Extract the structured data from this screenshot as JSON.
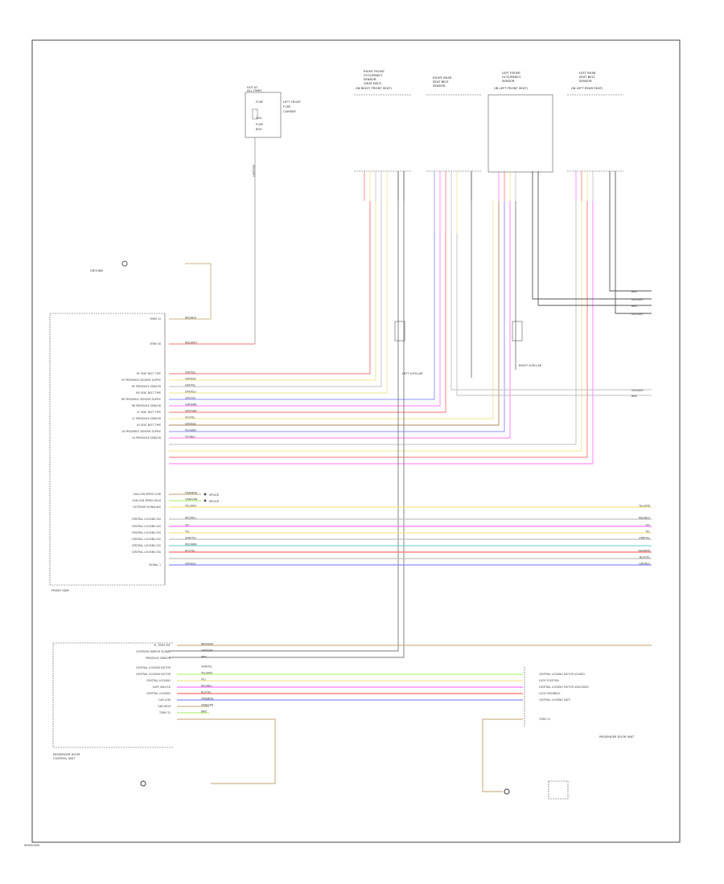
{
  "diagram": {
    "footer_code": "W0000000",
    "modules": [
      {
        "id": "right-front-sensor",
        "lines": [
          "RIGHT FRONT",
          "OCCUPANCY",
          "SENSOR",
          "(SEAT BELT)",
          "(IN RIGHT FRONT SEAT)"
        ]
      },
      {
        "id": "right-rear-sensor",
        "lines": [
          "RIGHT REAR",
          "SEAT BELT",
          "SENSOR"
        ]
      },
      {
        "id": "left-front-sensor",
        "lines": [
          "LEFT FRONT",
          "OCCUPANCY",
          "SENSOR",
          "(IN LEFT FRONT SEAT)"
        ]
      },
      {
        "id": "left-rear-sensor",
        "lines": [
          "LEFT REAR",
          "SEAT BELT",
          "SENSOR",
          "(IN LEFT REAR SEAT)"
        ]
      }
    ],
    "top_left_box": {
      "lines": [
        "HOT AT",
        "ALL TIMES",
        "FUSE",
        "10A",
        "FUSE",
        "BOX"
      ],
      "side": [
        "LEFT FRONT",
        "FUSE",
        "CARRIER"
      ]
    },
    "front_module_label": "FRONT SDM",
    "front_module_pins": [
      "TERM 15",
      "TERM 30",
      "RF SEAT BELT TYPE",
      "RF PRESENCE SENSOR SUPPLY",
      "RF PRESENCE SENSOR",
      "RR SEAT BELT TYPE",
      "RR PRESENCE SENSOR SUPPLY",
      "RR PRESENCE SENSOR",
      "LF SEAT BELT TYPE",
      "LF PRESENCE SENSOR",
      "LR SEAT BELT TYPE",
      "LR PRESENCE SENSOR SUPPLY",
      "LR PRESENCE SENSOR",
      "CAN LOW SPEED LOW",
      "CAN LOW SPEED HIGH",
      "EXTERIOR SIGNALING",
      "CENTRAL LOCKING SIG",
      "CENTRAL LOCKING SIG",
      "CENTRAL LOCKING SIG",
      "CENTRAL LOCKING SIG",
      "CENTRAL LOCKING SIG",
      "CENTRAL LOCKING SIG",
      "SIGNAL 1"
    ],
    "front_module_wire_labels": [
      "RED/BLK",
      "RED/WHT",
      "GRY/YEL",
      "GRY/BLK",
      "GRY/YEL",
      "GRY/BLU",
      "GRY/VIO",
      "GRY/BRN",
      "GRY/GRN",
      "VIO/YEL",
      "GRY/BLK",
      "VIO/GRN",
      "VIO/BLU",
      "ORN/BRN",
      "ORN/GRN",
      "YEL/GRN",
      "RED/BLU",
      "VIO",
      "YEL",
      "GRN/YEL",
      "RED/BRN",
      "BLU/YEL",
      "GRY/BLU"
    ],
    "right_end_labels": [
      "YEL/GRN",
      "RED/BLU",
      "VIO",
      "YEL",
      "GRN/YEL",
      "RED/BRN",
      "BLU/YEL",
      "GRY/BLU"
    ],
    "top_right_end_labels": [
      "BRN",
      "GRY/WHT",
      "BRN",
      "GRY/WHT"
    ],
    "mid_right_end_labels": [
      "GRY/WHT",
      "BRN"
    ],
    "ground_labels": [
      "GROUND",
      "LEFT A-PILLAR",
      "RIGHT A-PILLAR"
    ],
    "connector_labels": [
      "SPLICE",
      "SPLICE"
    ],
    "lower_module_label": [
      "PASSENGER DOOR",
      "CONTROL UNIT"
    ],
    "lower_module_pins": [
      "EL TERM 30F",
      "EXTERIOR MIRROR SIGNAL",
      "PRESENCE SENSOR",
      "CENTRAL LOCKING MOTOR",
      "CENTRAL LOCKING MOTOR",
      "CENTRAL LOCKING",
      "SAFE UNLOCK",
      "CENTRAL LOCKING",
      "CAN LOW",
      "CAN HIGH",
      "TERM 31"
    ],
    "lower_wire_labels": [
      "BRN/GRN",
      "GRY/WHT",
      "BRN",
      "GRN/YEL",
      "YEL/GRN",
      "VIO",
      "RED/BLU",
      "BLU/YEL",
      "ORN/BRN",
      "ORN/GRN",
      "BRN"
    ],
    "right_door_labels": [
      "CENTRAL LOCKING MOTOR LOCKED",
      "LOCK POSITION",
      "CENTRAL LOCKING MOTOR UNLOCKED",
      "LOCK FEEDBACK",
      "CENTRAL LOCKING SAFE",
      "TERM 31"
    ],
    "right_door_module_label": "PASSENGER DOOR UNIT",
    "colors": {
      "red": "#ff6b6b",
      "pink": "#ff77ff",
      "yellow": "#f3e58a",
      "tan": "#cdb48a",
      "blue": "#8c8cff",
      "green": "#b9f07a",
      "teal": "#7fd6d6",
      "gray": "#bfbfbf",
      "brown": "#b0885a",
      "violet": "#d29bff",
      "line": "#333333"
    }
  }
}
